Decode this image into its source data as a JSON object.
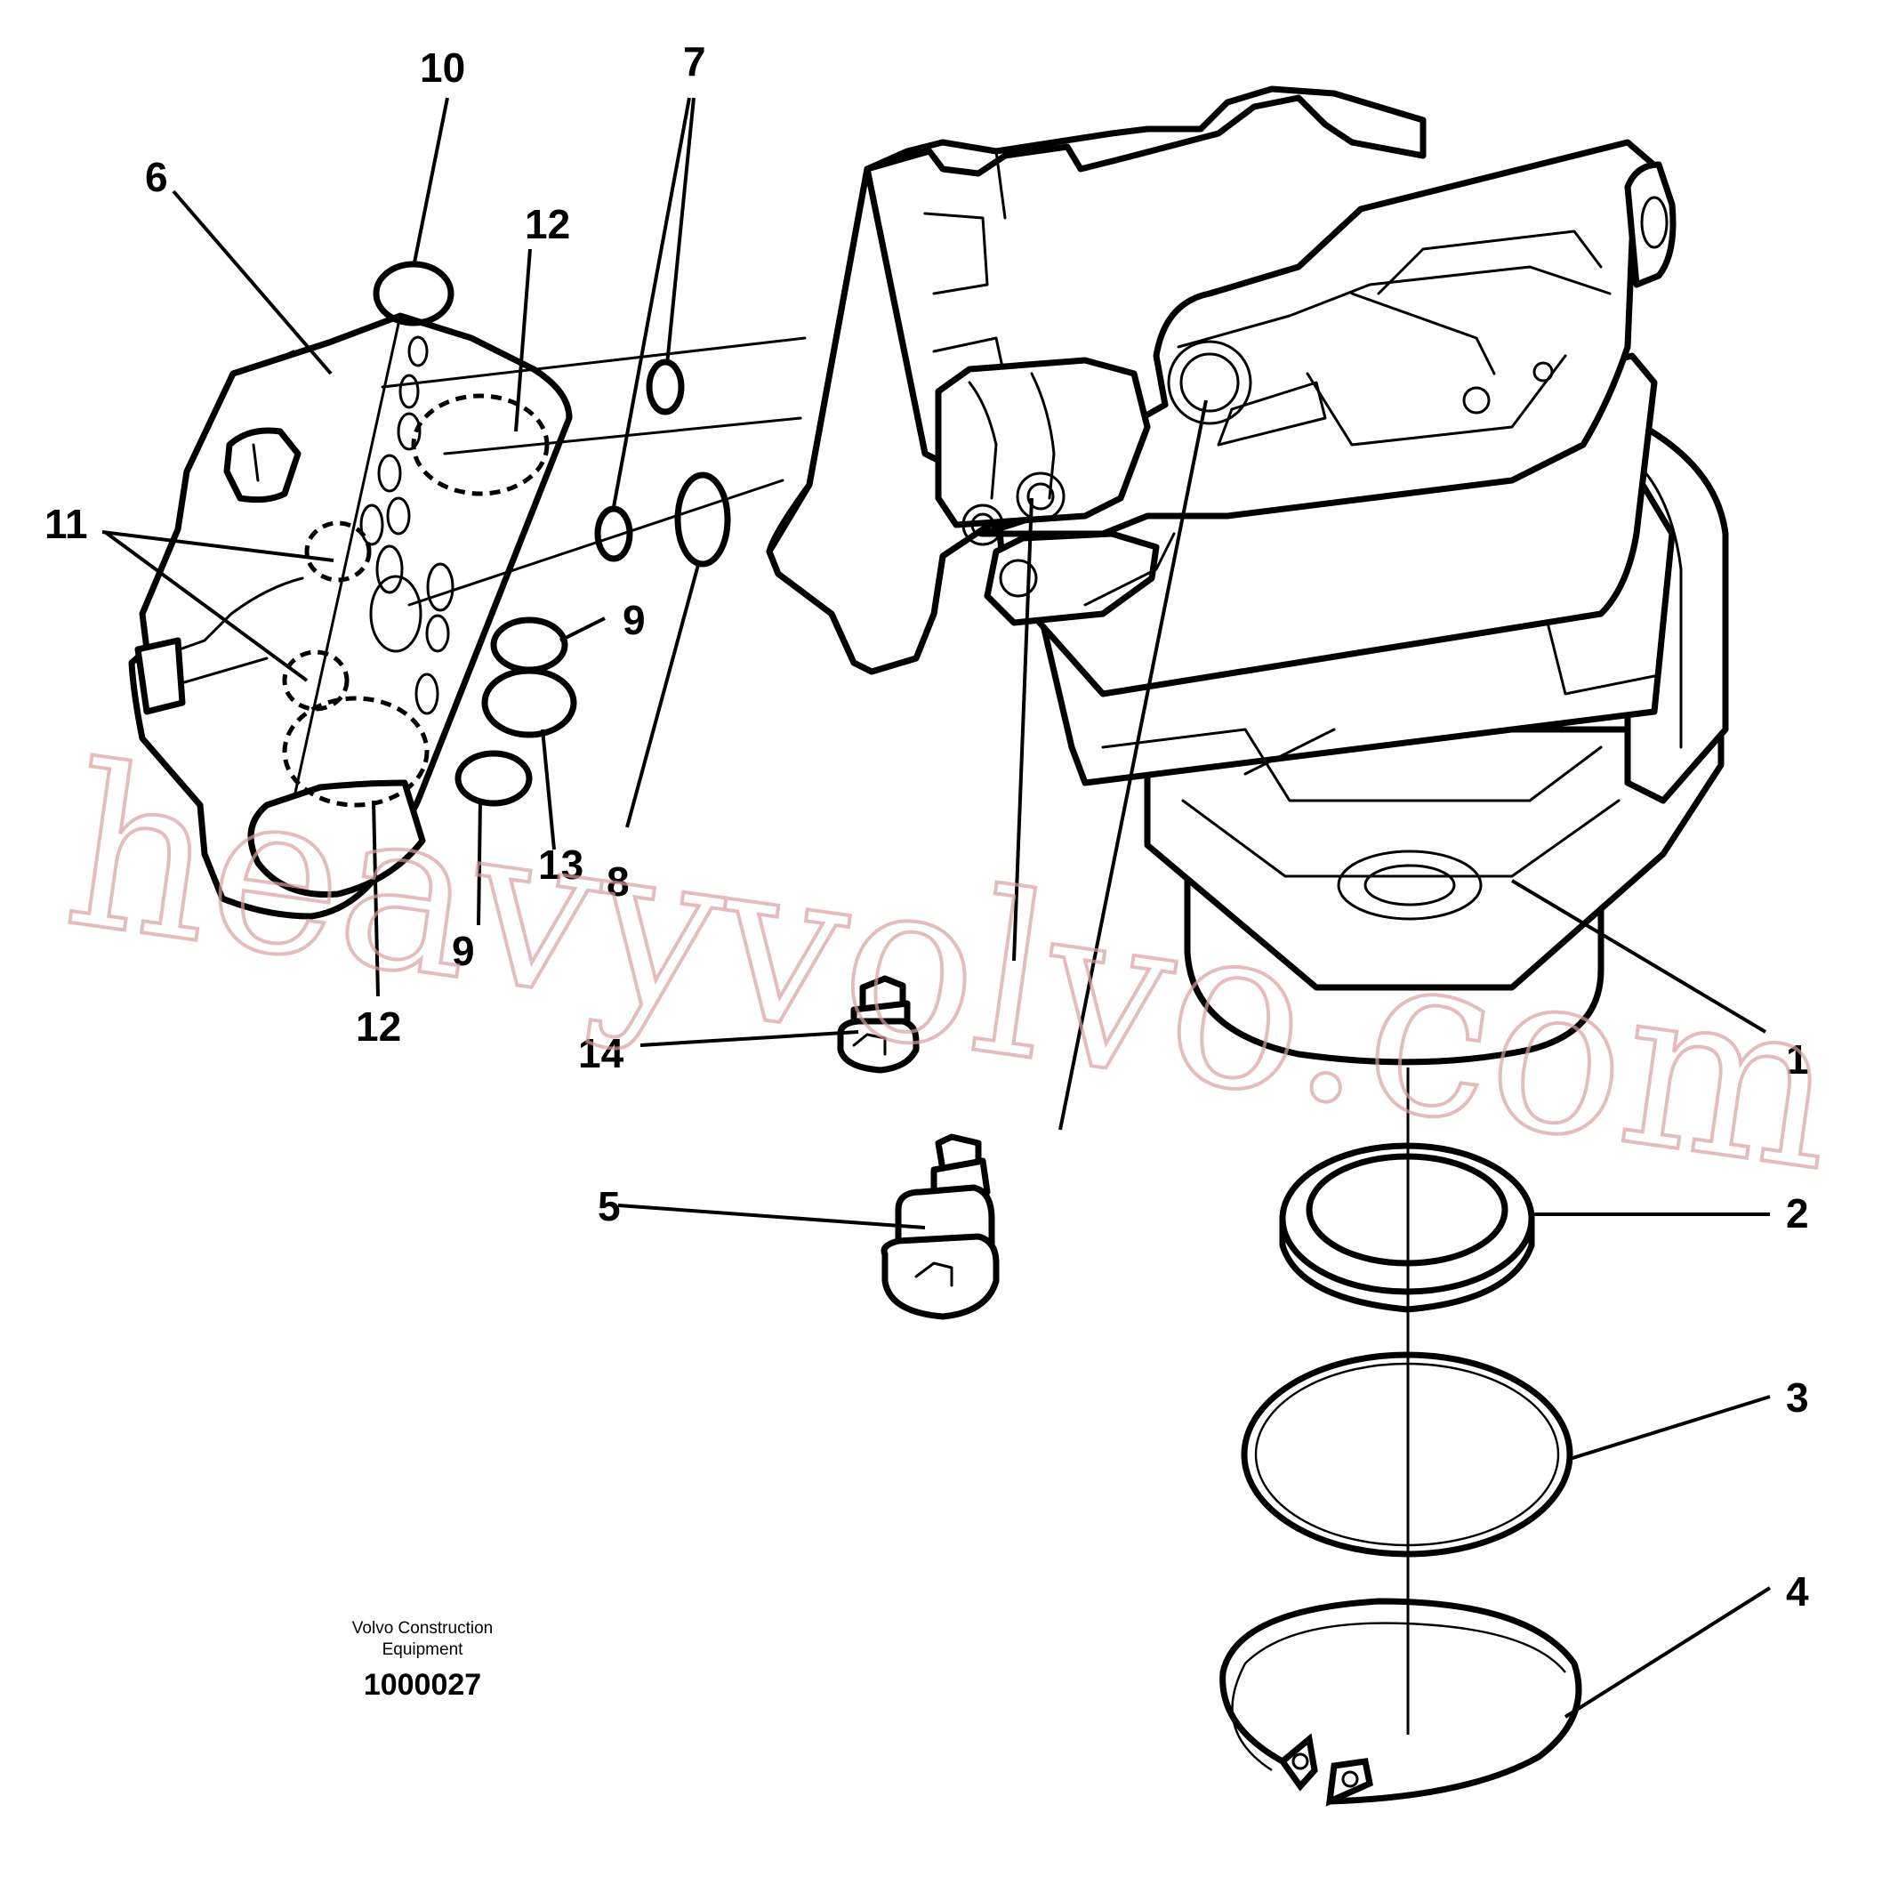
{
  "diagram": {
    "callouts": [
      {
        "id": "1",
        "label": "1"
      },
      {
        "id": "2",
        "label": "2"
      },
      {
        "id": "3",
        "label": "3"
      },
      {
        "id": "4",
        "label": "4"
      },
      {
        "id": "5",
        "label": "5"
      },
      {
        "id": "6",
        "label": "6"
      },
      {
        "id": "7",
        "label": "7"
      },
      {
        "id": "8",
        "label": "8"
      },
      {
        "id": "9a",
        "label": "9"
      },
      {
        "id": "9b",
        "label": "9"
      },
      {
        "id": "10",
        "label": "10"
      },
      {
        "id": "11",
        "label": "11"
      },
      {
        "id": "12a",
        "label": "12"
      },
      {
        "id": "12b",
        "label": "12"
      },
      {
        "id": "13",
        "label": "13"
      },
      {
        "id": "14",
        "label": "14"
      }
    ],
    "footer": {
      "brand_line1": "Volvo Construction",
      "brand_line2": "Equipment",
      "drawing_number": "1000027"
    },
    "watermark": "heavyvolvo.com"
  }
}
